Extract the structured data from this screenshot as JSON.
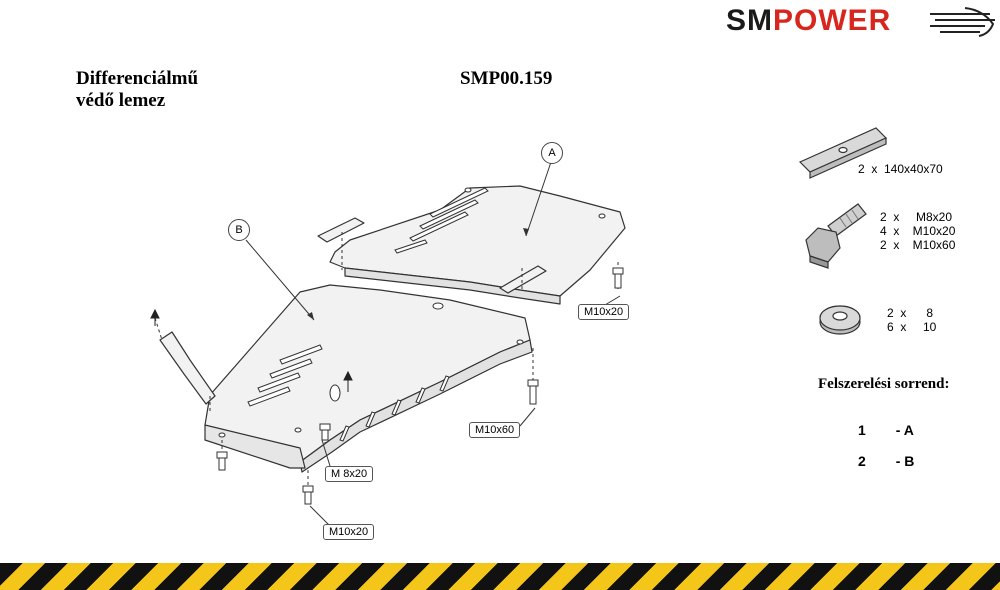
{
  "brand": {
    "logo_sm": "SM",
    "logo_power": "POWER"
  },
  "title": {
    "line1": "Differenciálmű",
    "line2": "védő lemez",
    "code": "SMP00.159"
  },
  "parts": [
    {
      "text": "2  x  140x40x70",
      "icon": "spacer-bar-icon"
    },
    {
      "text": "2  x     M8x20\n4  x    M10x20\n2  x    M10x60",
      "icon": "bolt-icon"
    },
    {
      "text": "2  x      8\n6  x     10",
      "icon": "washer-icon"
    }
  ],
  "assembly_order": {
    "title": "Felszerelési sorrend:",
    "rows": [
      {
        "num": "1",
        "part": "- A"
      },
      {
        "num": "2",
        "part": "- B"
      }
    ]
  },
  "diagram": {
    "labels": {
      "a": "A",
      "b": "B"
    },
    "callouts": {
      "m10x20_top": "M10x20",
      "m10x60": "M10x60",
      "m8x20": "M  8x20",
      "m10x20_bottom": "M10x20"
    }
  },
  "colors": {
    "brand_red": "#d7261e",
    "hazard_yellow": "#f3c619",
    "hazard_black": "#111111"
  }
}
